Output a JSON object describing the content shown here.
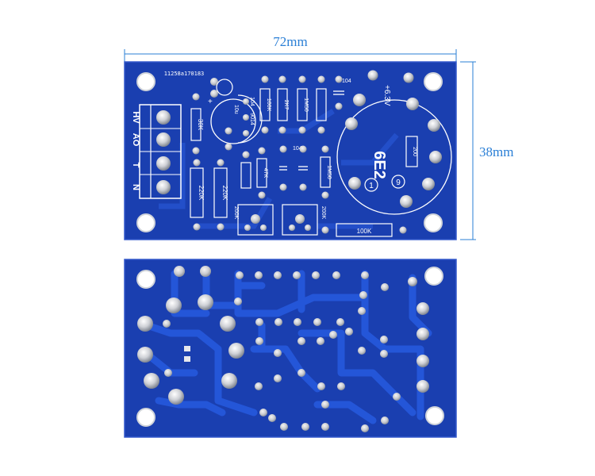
{
  "dimensions": {
    "width_label": "72mm",
    "height_label": "38mm"
  },
  "top_board": {
    "serial": "11258a170183",
    "terminal_labels": [
      "N",
      "T",
      "AO",
      "HV"
    ],
    "resistors": {
      "r1": "30K",
      "r2": "220K",
      "r3": "220K",
      "r4": "100K",
      "r5": "2K7",
      "r6": "47K",
      "r7": "1M50",
      "r8": "1M50",
      "r9": "200",
      "r10": "100K",
      "trim1": "200K",
      "trim2": "200K"
    },
    "caps": {
      "c1": "104",
      "c2": "104",
      "c3": "104",
      "c4": "10u"
    },
    "transistor": "9014",
    "tube": "6E2",
    "tube_supply": "+6.3V",
    "pin_one": "1",
    "pin_nine": "9"
  },
  "colors": {
    "pcb_blue": "#1a3fb0",
    "pcb_edge": "#2148c4",
    "trace_blue": "#2456d8",
    "dimension_line": "#2a7fd6"
  }
}
